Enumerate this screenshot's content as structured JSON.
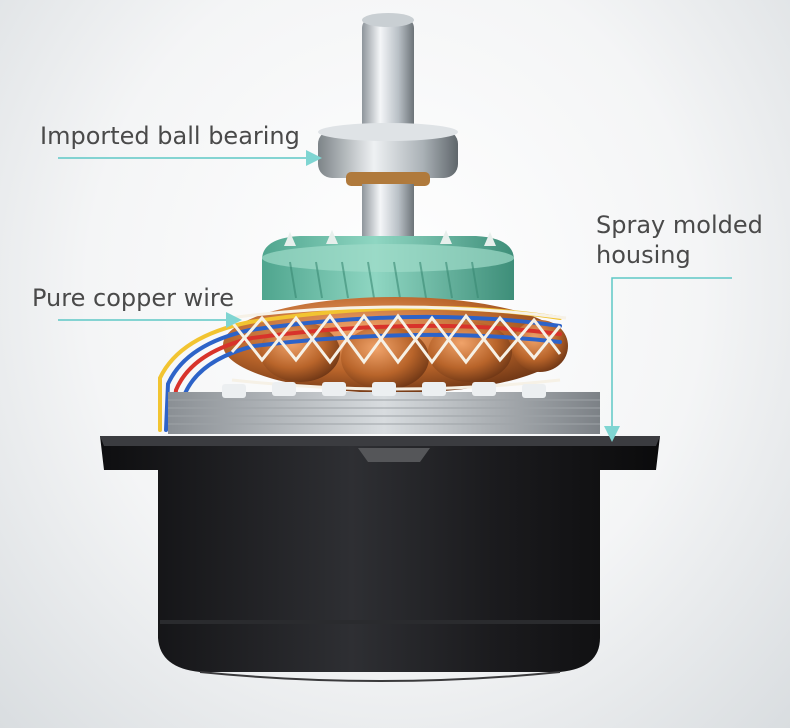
{
  "callouts": {
    "bearing": "Imported ball bearing",
    "copper": "Pure copper wire",
    "housing_line1": "Spray molded",
    "housing_line2": "housing"
  },
  "colors": {
    "accent_line": "#5ec8c6",
    "label_text": "#4a4a4a",
    "housing": "#1d1d1f",
    "stator": "#6ec2a8",
    "copper": "#b8642a"
  }
}
